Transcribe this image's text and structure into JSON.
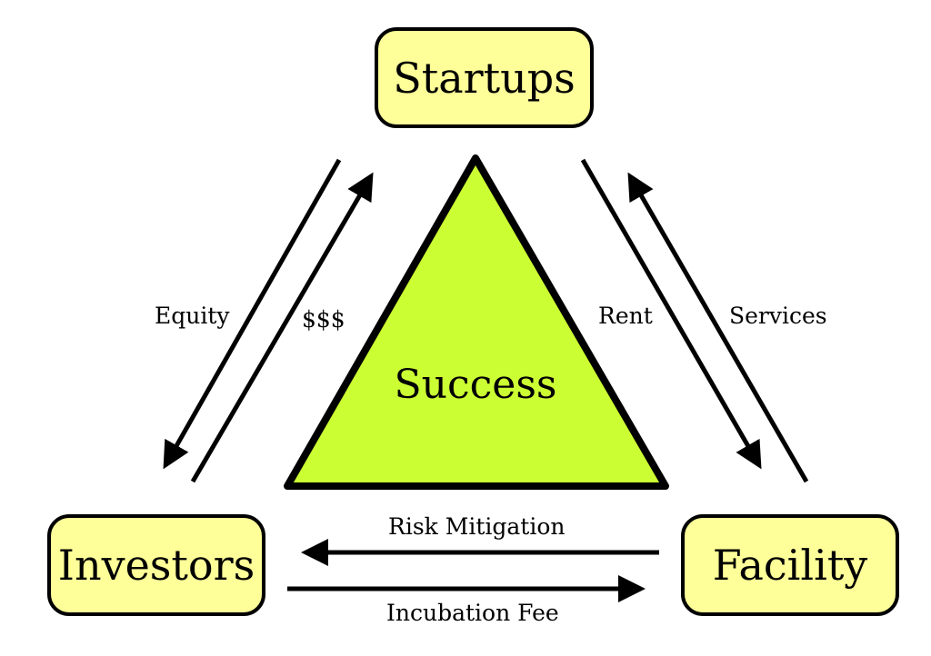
{
  "nodes": {
    "startups": "Startups",
    "investors": "Investors",
    "facility": "Facility",
    "center": "Success"
  },
  "edges": {
    "equity": "Equity",
    "money": "$$$",
    "rent": "Rent",
    "services": "Services",
    "risk_mitigation": "Risk Mitigation",
    "incubation_fee": "Incubation Fee"
  },
  "colors": {
    "node_fill": "#ffff99",
    "triangle_fill": "#ccff33",
    "stroke": "#000000"
  }
}
